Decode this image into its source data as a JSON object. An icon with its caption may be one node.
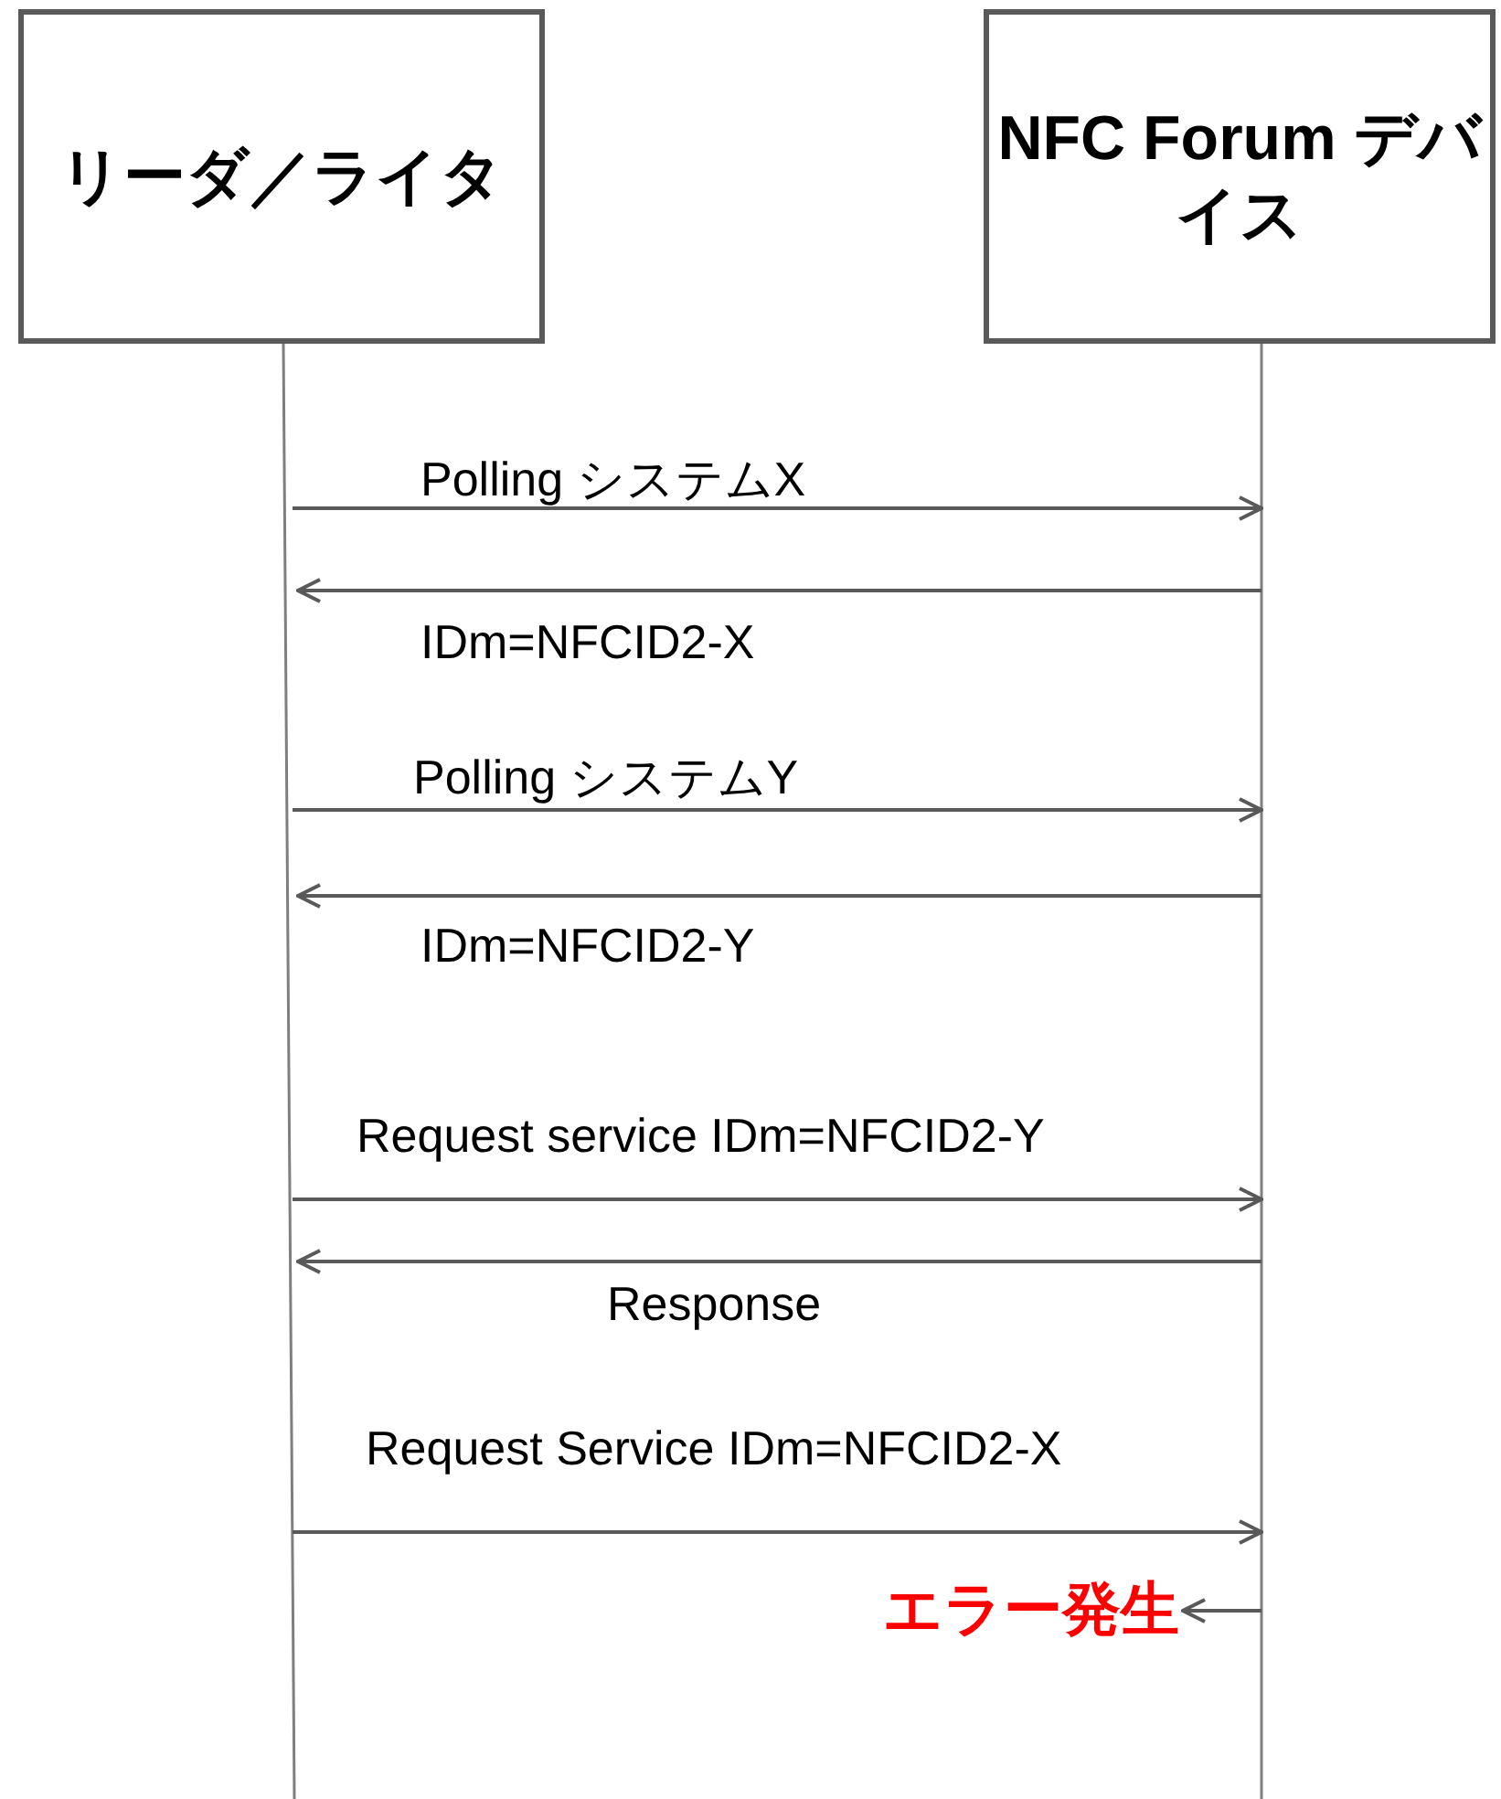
{
  "diagram": {
    "nodes": [
      {
        "text": [
          "リーダ／ライタ"
        ]
      },
      {
        "text": [
          "NFC Forum デバイス"
        ]
      },
      {
        "text": [
          "エラー発生"
        ]
      }
    ],
    "edges": [
      {
        "from": 0,
        "to": 1,
        "arrow": "to",
        "label": "Polling システムX"
      },
      {
        "from": 1,
        "to": 0,
        "arrow": "to",
        "label": "IDm=NFCID2-X"
      },
      {
        "from": 0,
        "to": 1,
        "arrow": "to",
        "label": "Polling システムY"
      },
      {
        "from": 1,
        "to": 0,
        "arrow": "to",
        "label": "IDm=NFCID2-Y"
      },
      {
        "from": 0,
        "to": 1,
        "arrow": "to",
        "label": "Request service  IDm=NFCID2-Y"
      },
      {
        "from": 1,
        "to": 0,
        "arrow": "to",
        "label": "Response"
      },
      {
        "from": 0,
        "to": 1,
        "arrow": "to",
        "label": "Request Service IDm=NFCID2-X"
      },
      {
        "from": 1,
        "to": 2,
        "arrow": "to"
      }
    ]
  }
}
